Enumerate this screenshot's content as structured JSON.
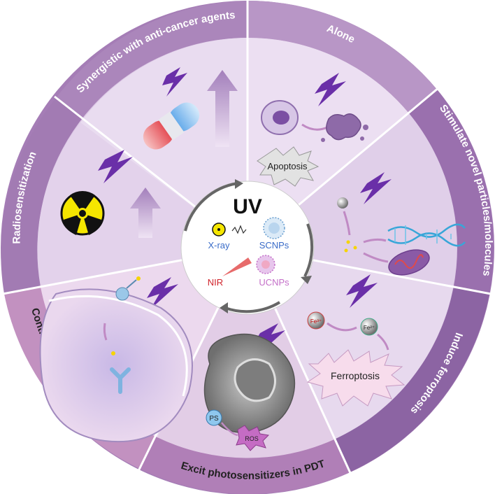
{
  "center": {
    "title": "UV",
    "xray": "X-ray",
    "scnps": "SCNPs",
    "nir": "NIR",
    "ucnps": "UCNPs"
  },
  "ring_labels": {
    "alone": "Alone",
    "stimulate": "Stimulate novel particles/molecules",
    "ferroptosis_ring": "Induce ferroptosis",
    "pdt": "Excit photosensitizers in PDT",
    "drug": "Controlled drug release",
    "radio": "Radiosensitization",
    "synergy": "Synergistic with anti-cancer agents"
  },
  "inner_labels": {
    "apoptosis": "Apoptosis",
    "fe3": "Fe³⁺",
    "fe2": "Fe²⁺",
    "ferroptosis": "Ferroptosis",
    "ps": "PS",
    "ros": "ROS"
  },
  "colors": {
    "ring": "#a77fb6",
    "ring_dark": "#8e68a6",
    "bolt": "#6a2fa8",
    "arrow_up": "#b08ac4",
    "center_bg": "#ffffff"
  }
}
